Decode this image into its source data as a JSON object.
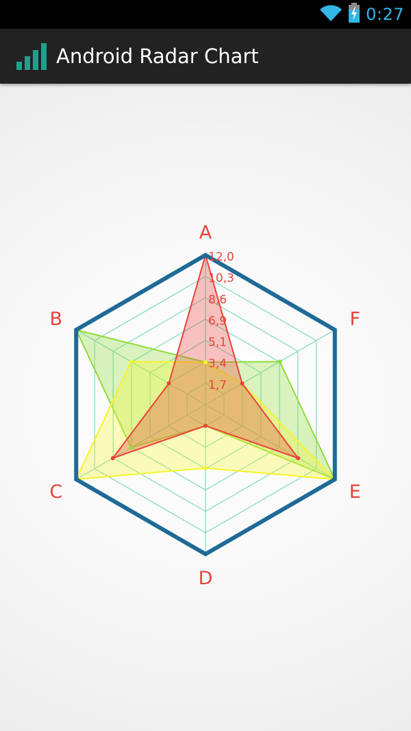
{
  "status_bar": {
    "time": "0:27",
    "icons": [
      "wifi-icon",
      "battery-charging-icon"
    ]
  },
  "action_bar": {
    "title": "Android Radar Chart",
    "icon": "bar-chart-icon"
  },
  "colors": {
    "frame": "#1f6a96",
    "web": "#7fd9bd",
    "label": "#e8433a",
    "series_red": "#e8433a",
    "series_green": "#8fdc3c",
    "series_yellow": "#f5f52a"
  },
  "chart_data": {
    "type": "radar",
    "categories": [
      "A",
      "B",
      "C",
      "D",
      "E",
      "F"
    ],
    "tick_labels": [
      "1,7",
      "3,4",
      "5,1",
      "6,9",
      "8,6",
      "10,3",
      "12,0"
    ],
    "ylim": [
      0,
      12.0
    ],
    "series": [
      {
        "color": "#8fdc3c",
        "values": [
          3.4,
          12.0,
          6.9,
          1.7,
          12.0,
          6.9
        ]
      },
      {
        "color": "#f5f52a",
        "values": [
          3.4,
          6.9,
          12.0,
          5.1,
          12.0,
          3.4
        ]
      },
      {
        "color": "#e8433a",
        "values": [
          12.0,
          3.4,
          8.6,
          1.7,
          8.6,
          3.4
        ]
      }
    ]
  }
}
